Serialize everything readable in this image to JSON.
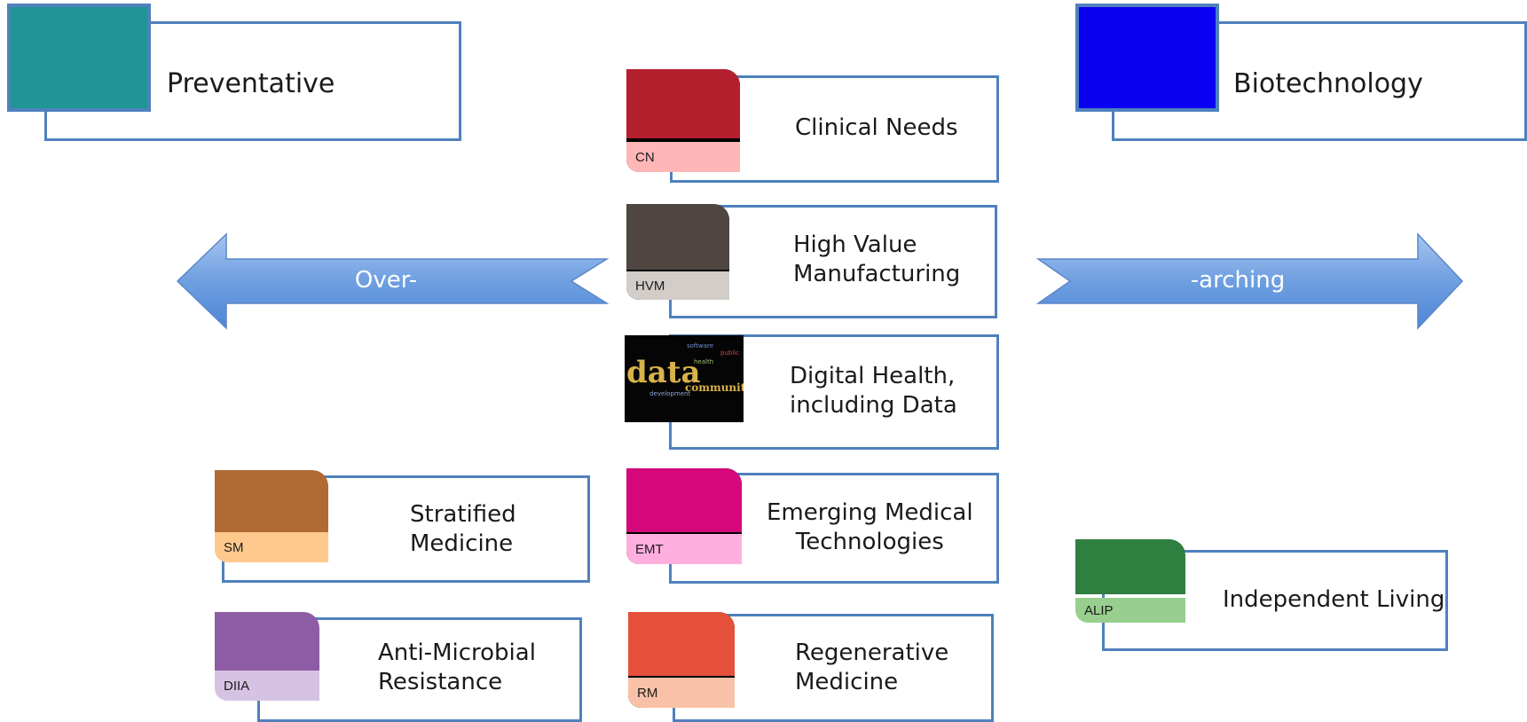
{
  "categories": {
    "preventative": {
      "label": "Preventative",
      "color": "#1f9595"
    },
    "biotechnology": {
      "label": "Biotechnology",
      "color": "#0a00f2"
    }
  },
  "arrows": {
    "left_label": "Over-",
    "right_label": "-arching"
  },
  "themes": [
    {
      "key": "cn",
      "label": "Clinical Needs",
      "abbr": "CN",
      "top_color": "#b41f2d",
      "bottom_color": "#ffb6b7"
    },
    {
      "key": "hvm",
      "label_line1": "High Value",
      "label_line2": "Manufacturing",
      "abbr": "HVM",
      "top_color": "#4f4541",
      "bottom_color": "#d2cdc9"
    },
    {
      "key": "digital",
      "label_line1": "Digital Health,",
      "label_line2": "including Data",
      "image_words": [
        "data",
        "community",
        "development",
        "public",
        "health",
        "software"
      ]
    },
    {
      "key": "emt",
      "label_line1": "Emerging Medical",
      "label_line2": "Technologies",
      "abbr": "EMT",
      "top_color": "#d4087a",
      "bottom_color": "#ffaee0"
    },
    {
      "key": "rm",
      "label_line1": "Regenerative",
      "label_line2": "Medicine",
      "abbr": "RM",
      "top_color": "#e4503a",
      "bottom_color": "#f9c2a8"
    },
    {
      "key": "sm",
      "label_line1": "Stratified",
      "label_line2": "Medicine",
      "abbr": "SM",
      "top_color": "#b06a34",
      "bottom_color": "#ffc98e"
    },
    {
      "key": "amr",
      "label_line1": "Anti-Microbial",
      "label_line2": "Resistance",
      "abbr": "DIIA",
      "top_color": "#8e5ca5",
      "bottom_color": "#d6c3e3"
    },
    {
      "key": "alip",
      "label": "Independent Living",
      "abbr": "ALIP",
      "top_color": "#2f7f41",
      "bottom_color": "#98cf8f"
    }
  ]
}
